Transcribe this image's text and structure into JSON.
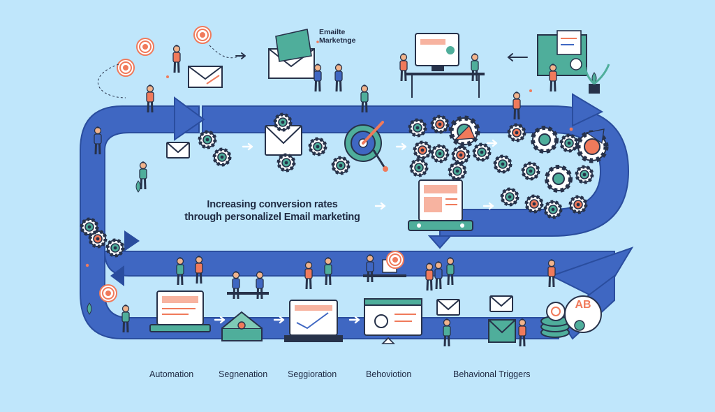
{
  "title": {
    "line1": "Increasing conversion rates",
    "line2": "through personalizel Email marketing"
  },
  "brand": {
    "line1": "Emailte",
    "line2": "Marketnge"
  },
  "stage_labels": [
    "Automation",
    "Segnenation",
    "Seggioration",
    "Behoviotion",
    "Behavional Triggers"
  ],
  "badge": "AB",
  "colors": {
    "background": "#bfe6fb",
    "path": "#3f67c2",
    "path_edge": "#2a4d9e",
    "accent_orange": "#f07a5b",
    "accent_teal": "#4fae9b",
    "dark_outline": "#27324a"
  },
  "icons": [
    "envelope-icon",
    "gear-icon",
    "target-icon",
    "laptop-icon",
    "monitor-icon",
    "ab-badge-icon",
    "plant-icon",
    "person-icon"
  ]
}
